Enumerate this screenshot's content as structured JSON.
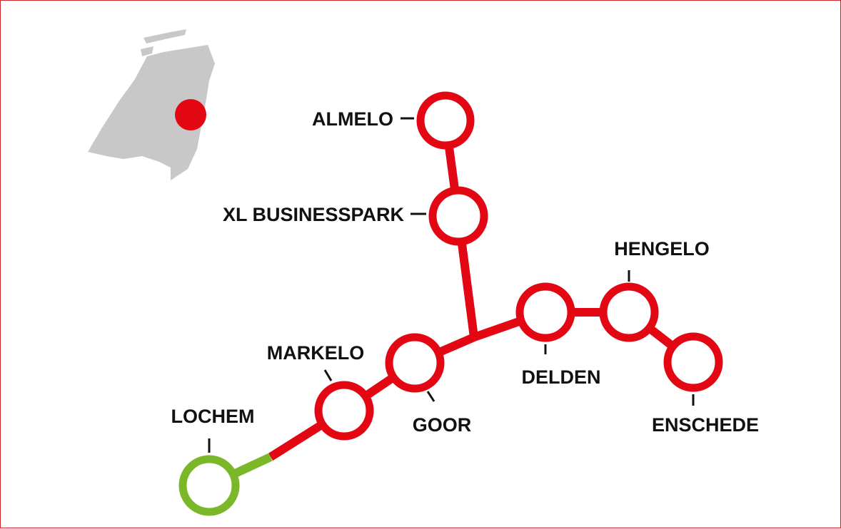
{
  "colors": {
    "line_active": "#e30613",
    "line_planned": "#7ab829",
    "map_fill": "#c8c8c8",
    "location_marker": "#e30613",
    "label_text": "#111111",
    "frame_border": "#d0262b"
  },
  "locator_map": {
    "name": "netherlands-map",
    "marker": "red-dot"
  },
  "stations": [
    {
      "id": "almelo",
      "name": "ALMELO",
      "status": "active"
    },
    {
      "id": "xl-businesspark",
      "name": "XL BUSINESSPARK",
      "status": "active"
    },
    {
      "id": "delden",
      "name": "DELDEN",
      "status": "active"
    },
    {
      "id": "hengelo",
      "name": "HENGELO",
      "status": "active"
    },
    {
      "id": "enschede",
      "name": "ENSCHEDE",
      "status": "active"
    },
    {
      "id": "goor",
      "name": "GOOR",
      "status": "active"
    },
    {
      "id": "markelo",
      "name": "MARKELO",
      "status": "active"
    },
    {
      "id": "lochem",
      "name": "LOCHEM",
      "status": "planned"
    }
  ],
  "connections": [
    {
      "from": "almelo",
      "to": "xl-businesspark",
      "status": "active"
    },
    {
      "from": "xl-businesspark",
      "to": "junction",
      "status": "active"
    },
    {
      "from": "junction",
      "to": "delden",
      "status": "active"
    },
    {
      "from": "delden",
      "to": "hengelo",
      "status": "active"
    },
    {
      "from": "hengelo",
      "to": "enschede",
      "status": "active"
    },
    {
      "from": "junction",
      "to": "goor",
      "status": "active"
    },
    {
      "from": "goor",
      "to": "markelo",
      "status": "active"
    },
    {
      "from": "markelo",
      "to": "lochem",
      "status": "partly-planned"
    }
  ]
}
